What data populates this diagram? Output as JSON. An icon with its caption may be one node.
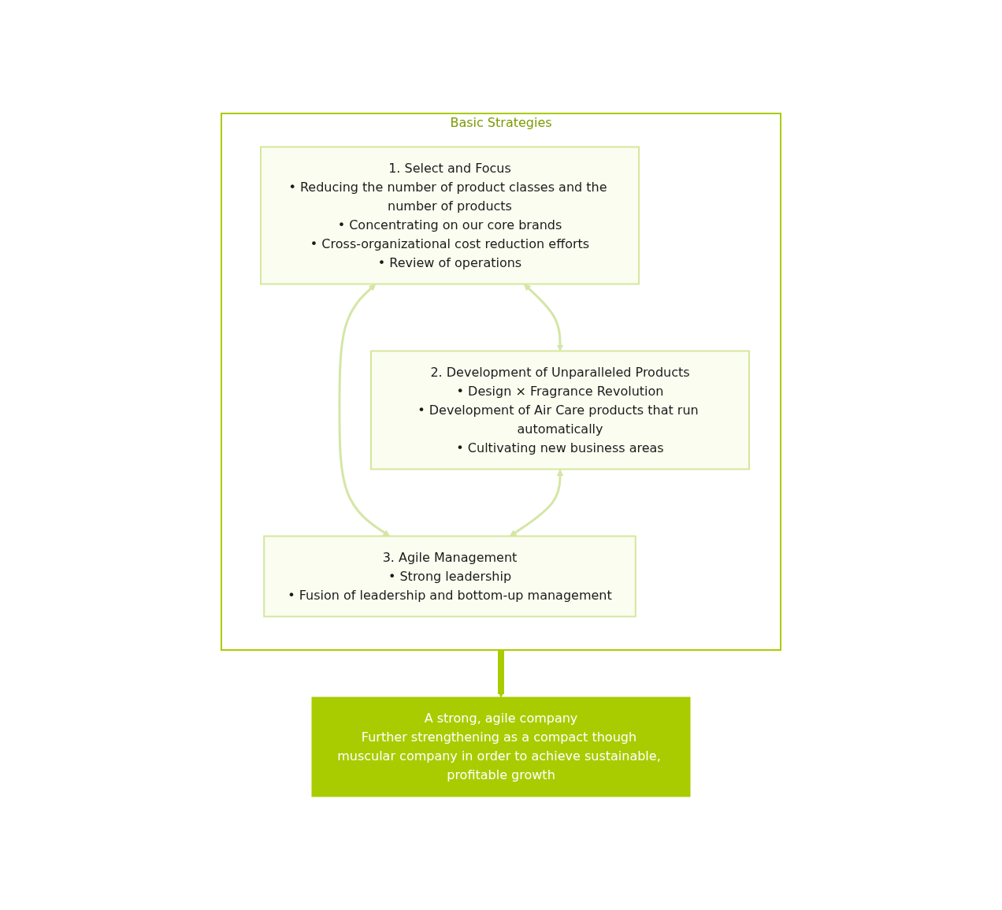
{
  "diagram": {
    "nodes": [
      {
        "text": [
          "Basic Strategies"
        ]
      },
      {
        "text": [
          "1. Select and Focus",
          "• Reducing the number of product classes and the number of products",
          "• Concentrating on our core brands",
          "• Cross-organizational cost reduction efforts",
          "• Review of operations"
        ],
        "in": 0
      },
      {
        "text": [
          "2. Development of Unparalleled Products",
          "• Design × Fragrance Revolution",
          "• Development of Air Care products that run automatically",
          "• Cultivating new business areas"
        ],
        "in": 0
      },
      {
        "text": [
          "3. Agile Management",
          "• Strong leadership",
          "• Fusion of leadership and bottom-up management"
        ],
        "in": 0
      },
      {
        "text": [
          "A strong, agile company",
          "Further strengthening as a compact though muscular company in order to achieve sustainable, profitable growth"
        ]
      }
    ],
    "edges": [
      {
        "from": 1,
        "to": 2,
        "arrow": "both"
      },
      {
        "from": 1,
        "to": 3,
        "arrow": "both"
      },
      {
        "from": 2,
        "to": 3,
        "arrow": "both"
      },
      {
        "from": 0,
        "to": 4,
        "arrow": "to",
        "style": "thick",
        "color": "#a8cc00"
      }
    ]
  }
}
